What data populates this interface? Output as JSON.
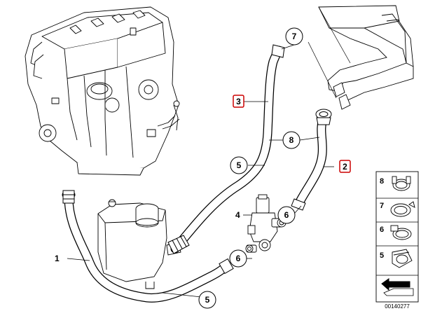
{
  "callouts": {
    "c1": "1",
    "c2": "2",
    "c3": "3",
    "c4": "4",
    "c5a": "5",
    "c5b": "5",
    "c6a": "6",
    "c6b": "6",
    "c7": "7",
    "c8": "8"
  },
  "legend": {
    "items": [
      {
        "num": "8",
        "icon": "hose-clamp-spring-icon"
      },
      {
        "num": "7",
        "icon": "hose-clamp-spring-icon"
      },
      {
        "num": "6",
        "icon": "hose-clamp-worm-icon"
      },
      {
        "num": "5",
        "icon": "hose-clamp-band-icon"
      }
    ],
    "arrow_icon": "direction-arrow-icon"
  },
  "drawing_code": "00140277",
  "colors": {
    "highlight_box": "#cc0000",
    "line": "#000000",
    "fill": "#ffffff"
  }
}
